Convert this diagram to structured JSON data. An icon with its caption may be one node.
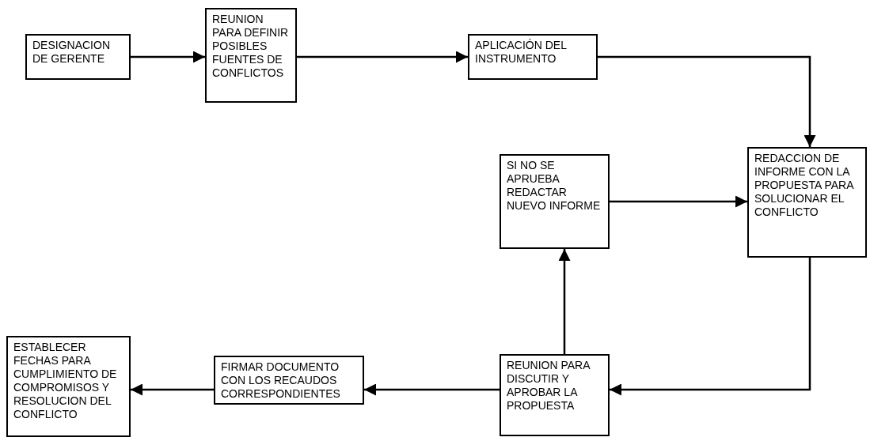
{
  "diagram": {
    "nodes": [
      {
        "text": [
          "DESIGNACION DE GERENTE"
        ]
      },
      {
        "text": [
          "REUNION PARA DEFINIR POSIBLES FUENTES DE CONFLICTOS"
        ]
      },
      {
        "text": [
          "APLICACIÓN DEL INSTRUMENTO"
        ]
      },
      {
        "text": [
          "REDACCION DE INFORME CON LA PROPUESTA PARA SOLUCIONAR EL CONFLICTO"
        ]
      },
      {
        "text": [
          "SI NO SE APRUEBA REDACTAR NUEVO INFORME"
        ]
      },
      {
        "text": [
          "REUNION PARA DISCUTIR Y APROBAR LA PROPUESTA"
        ]
      },
      {
        "text": [
          "FIRMAR DOCUMENTO CON LOS RECAUDOS CORRESPONDIENTES"
        ]
      },
      {
        "text": [
          "ESTABLECER FECHAS PARA CUMPLIMIENTO DE COMPROMISOS Y RESOLUCION DEL CONFLICTO"
        ]
      }
    ],
    "edges": [
      {
        "from": 0,
        "to": 1,
        "arrow": "to"
      },
      {
        "from": 1,
        "to": 2,
        "arrow": "to"
      },
      {
        "from": 2,
        "to": 3,
        "arrow": "to"
      },
      {
        "from": 3,
        "to": 5,
        "arrow": "to"
      },
      {
        "from": 5,
        "to": 4,
        "arrow": "to"
      },
      {
        "from": 4,
        "to": 3,
        "arrow": "to"
      },
      {
        "from": 5,
        "to": 6,
        "arrow": "to"
      },
      {
        "from": 6,
        "to": 7,
        "arrow": "to"
      }
    ]
  }
}
